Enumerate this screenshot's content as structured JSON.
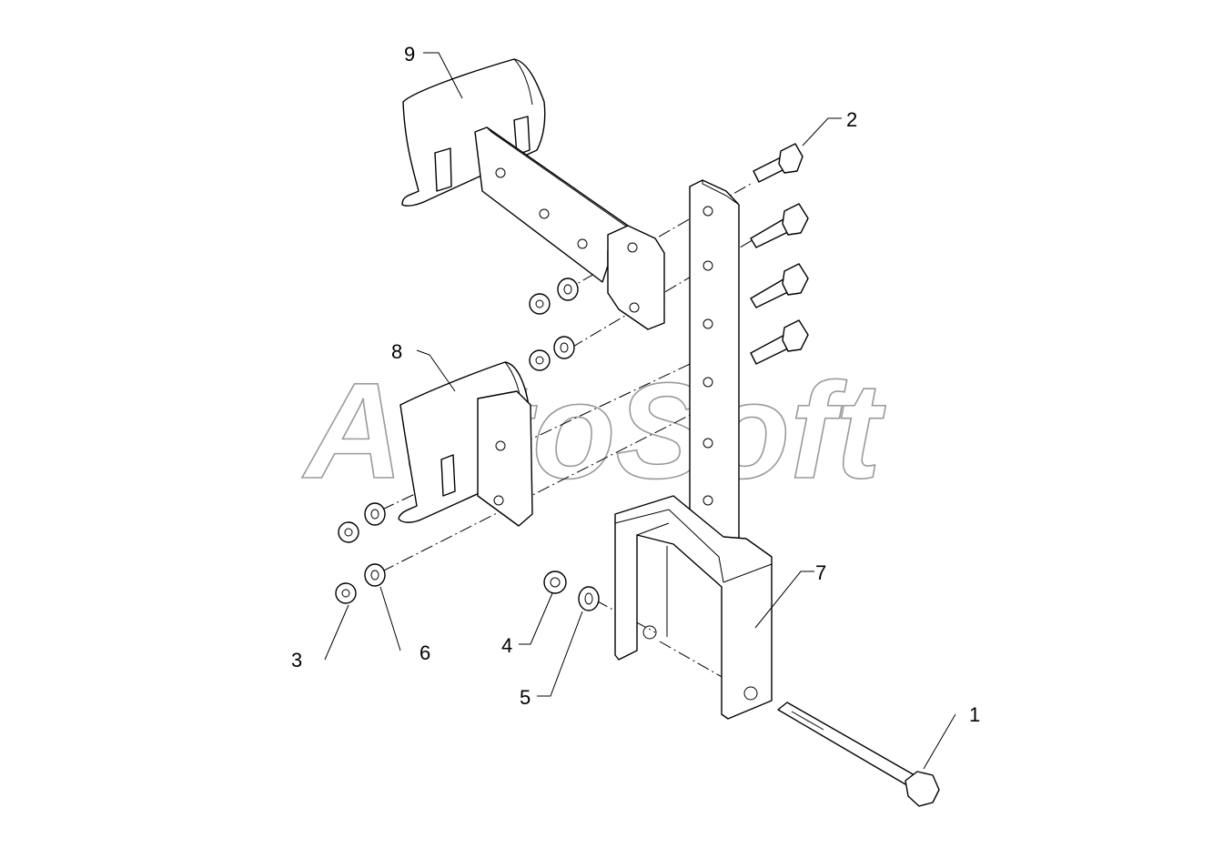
{
  "watermark": "AutoSoft",
  "callouts": [
    {
      "id": "callout-1",
      "number": "1"
    },
    {
      "id": "callout-2",
      "number": "2"
    },
    {
      "id": "callout-3",
      "number": "3"
    },
    {
      "id": "callout-4",
      "number": "4"
    },
    {
      "id": "callout-5",
      "number": "5"
    },
    {
      "id": "callout-6",
      "number": "6"
    },
    {
      "id": "callout-7",
      "number": "7"
    },
    {
      "id": "callout-8",
      "number": "8"
    },
    {
      "id": "callout-9",
      "number": "9"
    }
  ],
  "colors": {
    "line": "#000000",
    "watermark": "#9a9a9a",
    "background": "#ffffff"
  }
}
